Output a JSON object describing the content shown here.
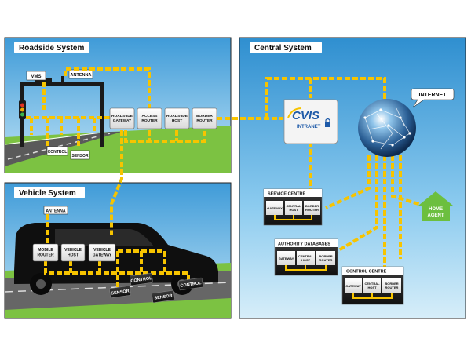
{
  "panels": {
    "roadside": "Roadside System",
    "vehicle": "Vehicle System",
    "central": "Central System"
  },
  "roadside": {
    "vms": "VMS",
    "antenna": "ANTENNA",
    "boxes": [
      [
        "ROADS-IDE",
        "GATEWAY"
      ],
      [
        "ACCESS",
        "ROUTER"
      ],
      [
        "ROADS-IDE",
        "HOST"
      ],
      [
        "BORDER",
        "ROUTER"
      ]
    ],
    "control": "CONTROL",
    "sensor": "SENSOR"
  },
  "vehicle": {
    "antenna": "ANTENNA",
    "boxes": [
      [
        "MOBILE",
        "ROUTER"
      ],
      [
        "VEHICLE",
        "HOST"
      ],
      [
        "VEHICLE",
        "GATEWAY"
      ]
    ],
    "sensor1": "SENSOR",
    "control1": "CONTROL",
    "sensor2": "SENSOR",
    "control2": "CONTROL"
  },
  "central": {
    "cvis_logo": "CVIS",
    "intranet": "INTRANET",
    "internet": "INTERNET",
    "home_agent": [
      "HOME",
      "AGENT"
    ],
    "service_centre": {
      "title": "SERVICE CENTRE",
      "boxes": [
        [
          "GATEWAY"
        ],
        [
          "CENTRAL",
          "HOST"
        ],
        [
          "BORDER",
          "ROUTER"
        ]
      ]
    },
    "authority_databases": {
      "title": "AUTHORITY DATABASES",
      "boxes": [
        [
          "GATEWAY"
        ],
        [
          "CENTRAL",
          "HOST"
        ],
        [
          "BORDER",
          "ROUTER"
        ]
      ]
    },
    "control_centre": {
      "title": "CONTROL CENTRE",
      "boxes": [
        [
          "GATEWAY"
        ],
        [
          "CENTRAL",
          "HOST"
        ],
        [
          "BORDER",
          "ROUTER"
        ]
      ]
    }
  },
  "colors": {
    "link": "#f7c400",
    "sky": "#4aa6db",
    "grass": "#7cc242",
    "road": "#5a5a5a",
    "home": "#6cbf3f"
  }
}
